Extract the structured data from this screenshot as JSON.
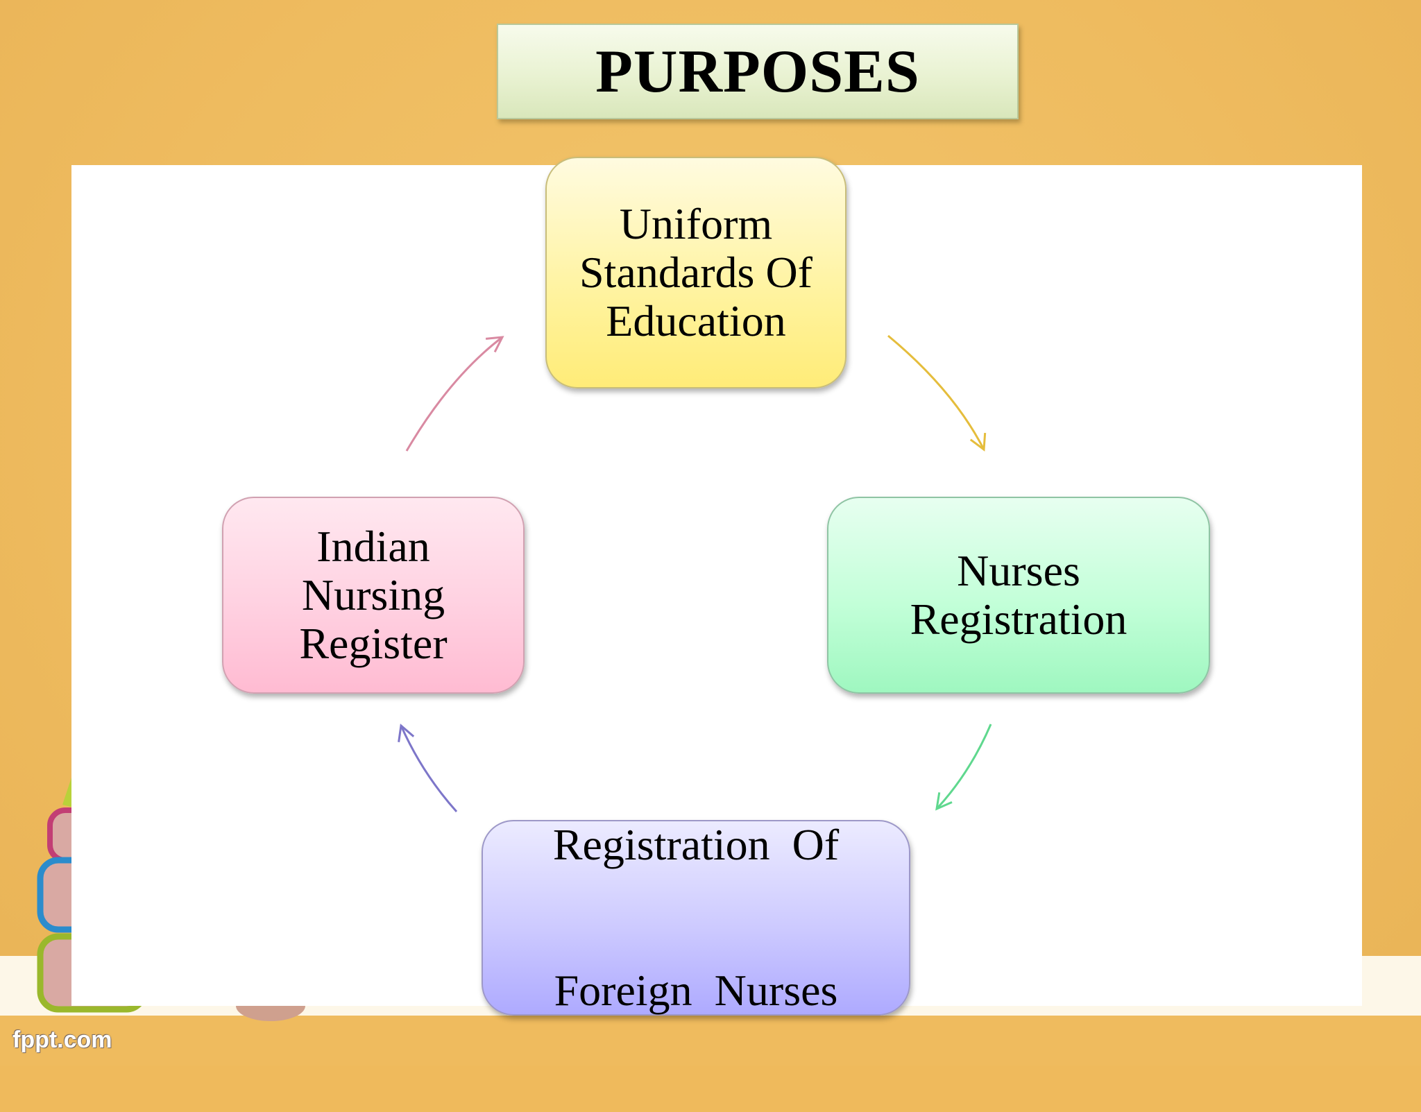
{
  "slide": {
    "title": "PURPOSES",
    "watermark": "fppt.com"
  },
  "diagram": {
    "type": "cycle",
    "nodes": [
      {
        "id": "uniform-standards",
        "lines": [
          "Uniform",
          "Standards Of",
          "Education"
        ],
        "color": "#ffef88"
      },
      {
        "id": "nurses-registration",
        "lines": [
          "Nurses",
          "Registration"
        ],
        "color": "#a6f9c6"
      },
      {
        "id": "foreign-nurses",
        "lines": [
          "Registration  Of",
          "Foreign  Nurses"
        ],
        "color": "#b3afff"
      },
      {
        "id": "indian-register",
        "lines": [
          "Indian",
          "Nursing",
          "Register"
        ],
        "color": "#ffc0d5"
      }
    ],
    "edges": [
      {
        "from": "uniform-standards",
        "to": "nurses-registration",
        "color": "#e5bd3c"
      },
      {
        "from": "nurses-registration",
        "to": "foreign-nurses",
        "color": "#5fd88e"
      },
      {
        "from": "foreign-nurses",
        "to": "indian-register",
        "color": "#7d76c9"
      },
      {
        "from": "indian-register",
        "to": "uniform-standards",
        "color": "#d98aa2"
      }
    ]
  }
}
